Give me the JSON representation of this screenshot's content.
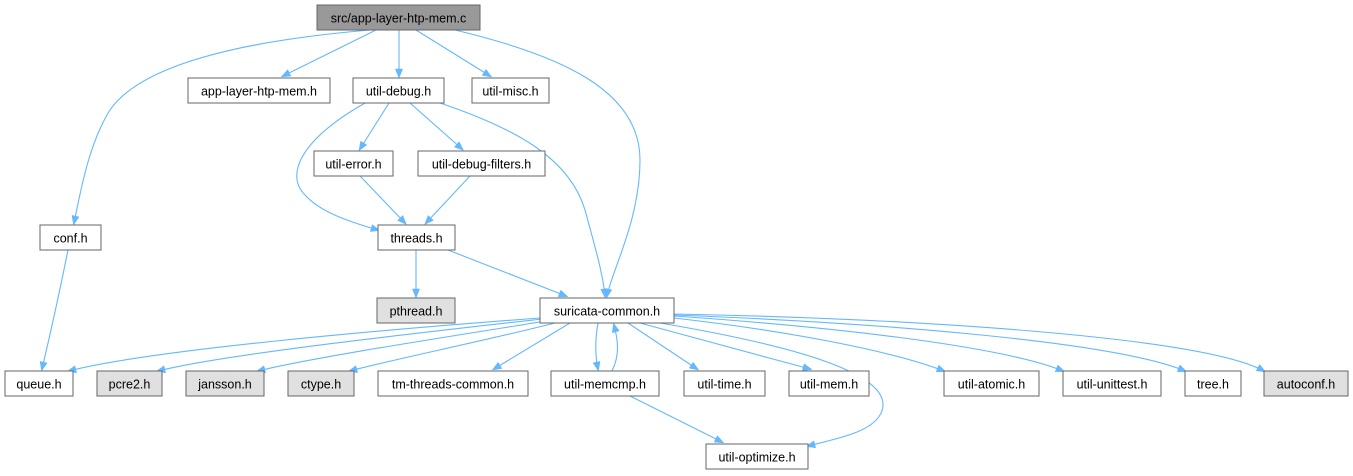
{
  "colors": {
    "node_fill": "#ffffff",
    "node_fill_external": "#e0e0e0",
    "node_fill_root": "#999999",
    "node_border": "#666666",
    "edge": "#63b8ff"
  },
  "diagram": {
    "type": "include-dependency-graph",
    "nodes": [
      {
        "id": "root",
        "label": "src/app-layer-htp-mem.c",
        "kind": "root"
      },
      {
        "id": "htpmem_h",
        "label": "app-layer-htp-mem.h",
        "kind": "file"
      },
      {
        "id": "debug_h",
        "label": "util-debug.h",
        "kind": "file"
      },
      {
        "id": "misc_h",
        "label": "util-misc.h",
        "kind": "file"
      },
      {
        "id": "error_h",
        "label": "util-error.h",
        "kind": "file"
      },
      {
        "id": "dbgfilt_h",
        "label": "util-debug-filters.h",
        "kind": "file"
      },
      {
        "id": "conf_h",
        "label": "conf.h",
        "kind": "file"
      },
      {
        "id": "threads_h",
        "label": "threads.h",
        "kind": "file"
      },
      {
        "id": "pthread_h",
        "label": "pthread.h",
        "kind": "external"
      },
      {
        "id": "common_h",
        "label": "suricata-common.h",
        "kind": "file"
      },
      {
        "id": "queue_h",
        "label": "queue.h",
        "kind": "file"
      },
      {
        "id": "pcre2_h",
        "label": "pcre2.h",
        "kind": "external"
      },
      {
        "id": "jansson_h",
        "label": "jansson.h",
        "kind": "external"
      },
      {
        "id": "ctype_h",
        "label": "ctype.h",
        "kind": "external"
      },
      {
        "id": "tmcommon_h",
        "label": "tm-threads-common.h",
        "kind": "file"
      },
      {
        "id": "memcmp_h",
        "label": "util-memcmp.h",
        "kind": "file"
      },
      {
        "id": "time_h",
        "label": "util-time.h",
        "kind": "file"
      },
      {
        "id": "mem_h",
        "label": "util-mem.h",
        "kind": "file"
      },
      {
        "id": "atomic_h",
        "label": "util-atomic.h",
        "kind": "file"
      },
      {
        "id": "unittest_h",
        "label": "util-unittest.h",
        "kind": "file"
      },
      {
        "id": "tree_h",
        "label": "tree.h",
        "kind": "file"
      },
      {
        "id": "autoconf_h",
        "label": "autoconf.h",
        "kind": "external"
      },
      {
        "id": "optimize_h",
        "label": "util-optimize.h",
        "kind": "file"
      }
    ],
    "edges": [
      {
        "from": "root",
        "to": "htpmem_h"
      },
      {
        "from": "root",
        "to": "debug_h"
      },
      {
        "from": "root",
        "to": "misc_h"
      },
      {
        "from": "root",
        "to": "conf_h"
      },
      {
        "from": "root",
        "to": "common_h"
      },
      {
        "from": "debug_h",
        "to": "error_h"
      },
      {
        "from": "debug_h",
        "to": "dbgfilt_h"
      },
      {
        "from": "debug_h",
        "to": "threads_h"
      },
      {
        "from": "debug_h",
        "to": "common_h"
      },
      {
        "from": "error_h",
        "to": "threads_h"
      },
      {
        "from": "dbgfilt_h",
        "to": "threads_h"
      },
      {
        "from": "conf_h",
        "to": "queue_h"
      },
      {
        "from": "threads_h",
        "to": "pthread_h"
      },
      {
        "from": "threads_h",
        "to": "common_h"
      },
      {
        "from": "common_h",
        "to": "queue_h"
      },
      {
        "from": "common_h",
        "to": "pcre2_h"
      },
      {
        "from": "common_h",
        "to": "jansson_h"
      },
      {
        "from": "common_h",
        "to": "ctype_h"
      },
      {
        "from": "common_h",
        "to": "tmcommon_h"
      },
      {
        "from": "common_h",
        "to": "memcmp_h"
      },
      {
        "from": "memcmp_h",
        "to": "common_h"
      },
      {
        "from": "common_h",
        "to": "time_h"
      },
      {
        "from": "common_h",
        "to": "mem_h"
      },
      {
        "from": "common_h",
        "to": "atomic_h"
      },
      {
        "from": "common_h",
        "to": "unittest_h"
      },
      {
        "from": "common_h",
        "to": "tree_h"
      },
      {
        "from": "common_h",
        "to": "autoconf_h"
      },
      {
        "from": "common_h",
        "to": "optimize_h"
      },
      {
        "from": "memcmp_h",
        "to": "optimize_h"
      }
    ]
  }
}
